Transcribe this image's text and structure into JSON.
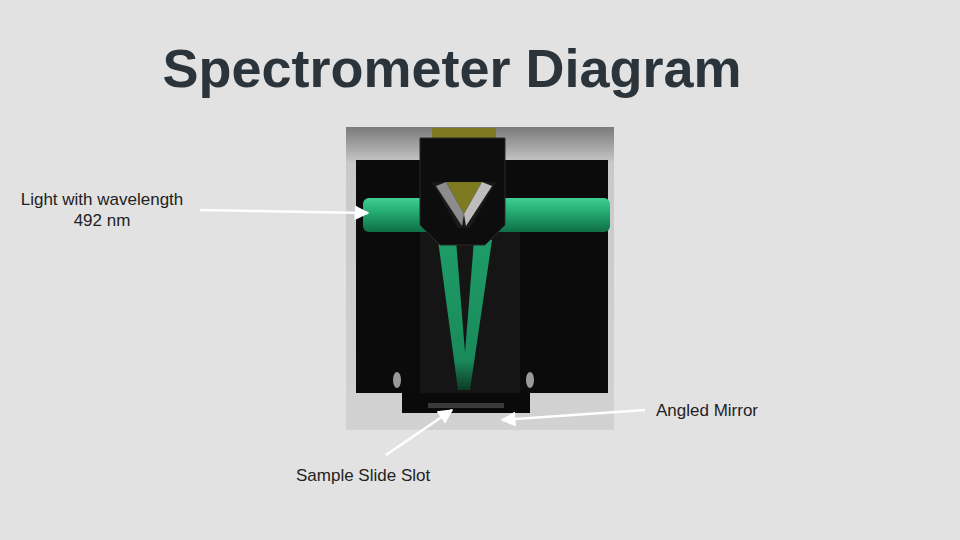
{
  "diagram": {
    "title": "Spectrometer Diagram",
    "labels": [
      "Light with wavelength 492 nm",
      "Angled Mirror",
      "Sample Slide Slot"
    ]
  }
}
